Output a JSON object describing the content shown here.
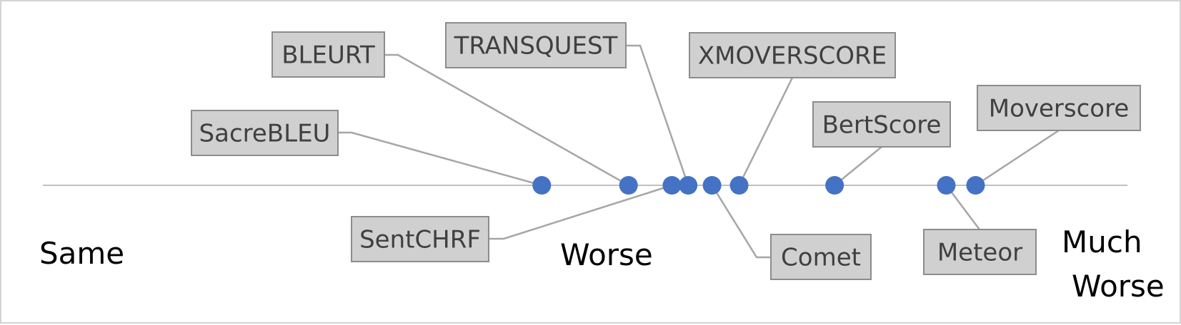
{
  "chart_data": {
    "type": "scatter",
    "scale_labels": {
      "left": "Same",
      "middle": "Worse",
      "right_line1": "Much",
      "right_line2": "Worse"
    },
    "points": [
      {
        "name": "SacreBLEU",
        "x": 0.46
      },
      {
        "name": "BLEURT",
        "x": 0.54
      },
      {
        "name": "SentCHRF",
        "x": 0.58
      },
      {
        "name": "TRANSQUEST",
        "x": 0.595
      },
      {
        "name": "Comet",
        "x": 0.617
      },
      {
        "name": "XMOVERSCORE",
        "x": 0.642
      },
      {
        "name": "BertScore",
        "x": 0.73
      },
      {
        "name": "Meteor",
        "x": 0.833
      },
      {
        "name": "Moverscore",
        "x": 0.86
      }
    ],
    "colors": {
      "point": "#4472c4",
      "leader": "#a6a6a6",
      "label_fill": "#d0d0d0"
    }
  }
}
